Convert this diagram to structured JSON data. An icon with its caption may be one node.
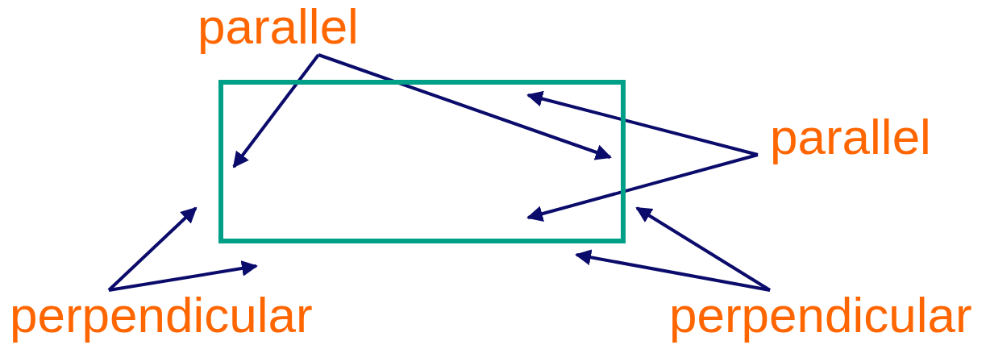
{
  "diagram": {
    "nodes": [
      {
        "text": [
          "parallel"
        ]
      },
      {
        "text": [],
        "shape": "bar"
      },
      {
        "text": [],
        "shape": "bar"
      },
      {
        "text": [],
        "shape": "bar"
      },
      {
        "text": [],
        "shape": "bar"
      },
      {
        "text": [
          "parallel"
        ]
      },
      {
        "text": [
          "perpendicular"
        ]
      },
      {
        "text": [
          "perpendicular"
        ]
      }
    ],
    "edges": [
      {
        "from": 0,
        "to": 1,
        "arrow": "to"
      },
      {
        "from": 0,
        "to": 3,
        "arrow": "to"
      },
      {
        "from": 5,
        "to": 2,
        "arrow": "to"
      },
      {
        "from": 5,
        "to": 4,
        "arrow": "to"
      },
      {
        "from": 6,
        "to": 1,
        "arrow": "to"
      },
      {
        "from": 6,
        "to": 4,
        "arrow": "to"
      },
      {
        "from": 7,
        "to": 3,
        "arrow": "to"
      },
      {
        "from": 7,
        "to": 4,
        "arrow": "to"
      }
    ]
  }
}
